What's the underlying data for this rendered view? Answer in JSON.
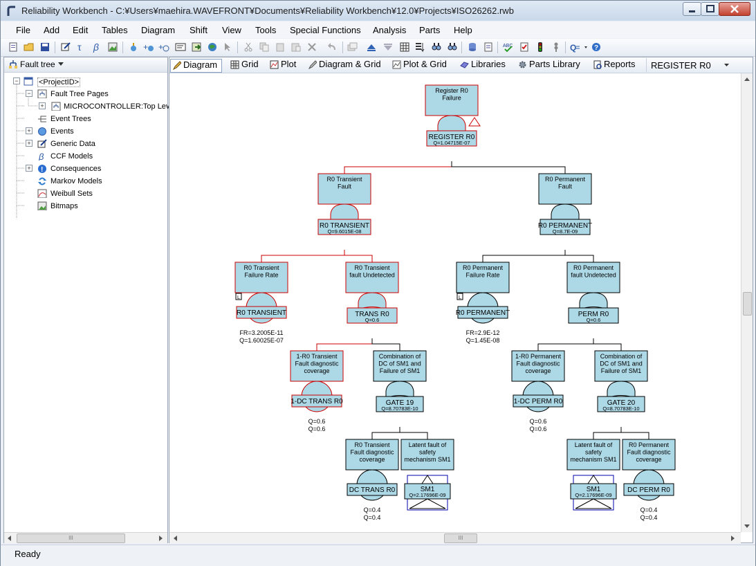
{
  "window": {
    "title": "Reliability Workbench - C:¥Users¥maehira.WAVEFRONT¥Documents¥Reliability Workbench¥12.0¥Projects¥ISO26262.rwb"
  },
  "menu": [
    "File",
    "Add",
    "Edit",
    "Tables",
    "Diagram",
    "Shift",
    "View",
    "Tools",
    "Special Functions",
    "Analysis",
    "Parts",
    "Help"
  ],
  "left_panel": {
    "selector": "Fault tree",
    "tree": [
      {
        "label": "<ProjectID>",
        "icon": "project-icon"
      },
      {
        "label": "Fault Tree Pages",
        "icon": "fault-tree-pages-icon"
      },
      {
        "label": "MICROCONTROLLER:Top Level",
        "icon": "fault-tree-page-icon"
      },
      {
        "label": "Event Trees",
        "icon": "event-trees-icon"
      },
      {
        "label": "Events",
        "icon": "events-icon"
      },
      {
        "label": "Generic Data",
        "icon": "generic-data-icon"
      },
      {
        "label": "CCF Models",
        "icon": "beta-icon"
      },
      {
        "label": "Consequences",
        "icon": "consequences-icon"
      },
      {
        "label": "Markov Models",
        "icon": "markov-icon"
      },
      {
        "label": "Weibull Sets",
        "icon": "weibull-icon"
      },
      {
        "label": "Bitmaps",
        "icon": "bitmaps-icon"
      }
    ],
    "scroll_thumb": "III"
  },
  "tabs": [
    "Diagram",
    "Grid",
    "Plot",
    "Diagram & Grid",
    "Plot & Grid",
    "Libraries",
    "Parts Library",
    "Reports"
  ],
  "page_selector": "REGISTER R0",
  "diagram": {
    "top": {
      "desc": [
        "Register R0",
        "Failure"
      ],
      "gate": "REGISTER R0",
      "q": "Q=1.04715E-07"
    },
    "transient": {
      "desc": [
        "R0 Transient",
        "Fault"
      ],
      "gate": "R0 TRANSIENT",
      "q": "Q=9.6015E-08"
    },
    "permanent": {
      "desc": [
        "R0 Permanent",
        "Fault"
      ],
      "gate": "R0 PERMANENT",
      "q": "Q=8.7E-09"
    },
    "trans_rate": {
      "desc": [
        "R0 Transient",
        "Failure Rate"
      ],
      "event": "R0 TRANSIENT",
      "fr": "FR=3.2005E-11",
      "q": "Q=1.60025E-07"
    },
    "trans_undet": {
      "desc": [
        "R0 Transient",
        "fault Undetected"
      ],
      "gate": "TRANS R0",
      "q": "Q=0.6"
    },
    "perm_rate": {
      "desc": [
        "R0 Permanent",
        "Failure Rate"
      ],
      "event": "R0 PERMANENT",
      "fr": "FR=2.9E-12",
      "q": "Q=1.45E-08"
    },
    "perm_undet": {
      "desc": [
        "R0 Permanent",
        "fault Undetected"
      ],
      "gate": "PERM R0",
      "q": "Q=0.6"
    },
    "trans_cov": {
      "desc": [
        "1-R0 Transient",
        "Fault diagnostic",
        "coverage"
      ],
      "event": "1-DC TRANS R0",
      "q1": "Q=0.6",
      "q2": "Q=0.6"
    },
    "gate19": {
      "desc": [
        "Combination of",
        "DC of SM1 and",
        "Failure of SM1"
      ],
      "gate": "GATE 19",
      "q": "Q=8.70783E-10"
    },
    "perm_cov": {
      "desc": [
        "1-R0 Permanent",
        "Fault diagnostic",
        "coverage"
      ],
      "event": "1-DC PERM R0",
      "q1": "Q=0.6",
      "q2": "Q=0.6"
    },
    "gate20": {
      "desc": [
        "Combination of",
        "DC of SM1 and",
        "Failure of SM1"
      ],
      "gate": "GATE 20",
      "q": "Q=8.70783E-10"
    },
    "dc_trans": {
      "desc": [
        "R0 Transient",
        "Fault diagnostic",
        "coverage"
      ],
      "event": "DC TRANS R0",
      "q1": "Q=0.4",
      "q2": "Q=0.4"
    },
    "sm1_a": {
      "desc": [
        "Latent fault of",
        "safety",
        "mechanism SM1"
      ],
      "event": "SM1",
      "q": "Q=2.17696E-09"
    },
    "sm1_b": {
      "desc": [
        "Latent fault of",
        "safety",
        "mechanism SM1"
      ],
      "event": "SM1",
      "q": "Q=2.17696E-09"
    },
    "dc_perm": {
      "desc": [
        "R0 Permanent",
        "Fault diagnostic",
        "coverage"
      ],
      "event": "DC PERM R0",
      "q1": "Q=0.4",
      "q2": "Q=0.4"
    },
    "l_marker": "L",
    "colors": {
      "box": "#add8e6",
      "path": "#cc0000",
      "line": "#000000",
      "transfer": "#0000aa"
    }
  },
  "main_scroll_thumb": "III",
  "status": "Ready"
}
